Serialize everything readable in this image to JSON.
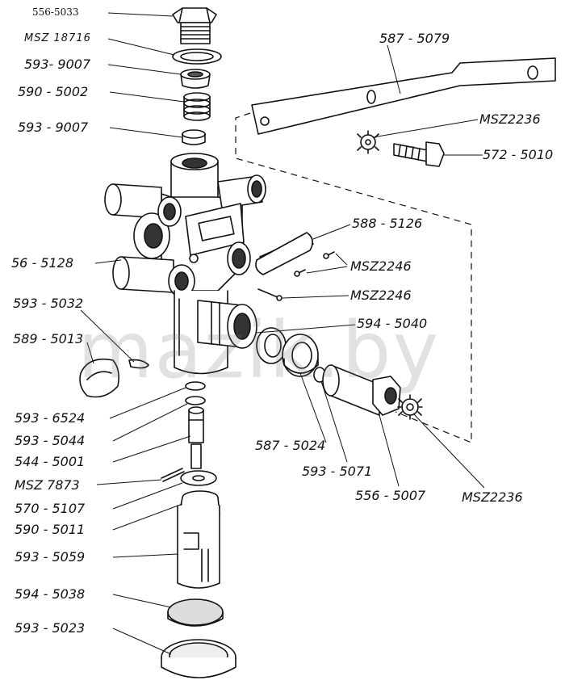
{
  "watermark": "mazik.by",
  "parts": {
    "p1": "556-5033",
    "p2": "MSZ 18716",
    "p3": "593- 9007",
    "p4": "590 - 5002",
    "p5": "593 - 9007",
    "p6": "56 - 5128",
    "p7": "593 - 5032",
    "p8": "589 - 5013",
    "p9": "593 - 6524",
    "p10": "593 - 5044",
    "p11": "544 - 5001",
    "p12": "MSZ 7873",
    "p13": "570 - 5107",
    "p14": "590 - 5011",
    "p15": "593 - 5059",
    "p16": "594 - 5038",
    "p17": "593 - 5023",
    "p18": "587 - 5079",
    "p19": "MSZ2236",
    "p20": "572 - 5010",
    "p21": "588 - 5126",
    "p22": "MSZ2246",
    "p23": "MSZ2246",
    "p24": "594 - 5040",
    "p25": "587 - 5024",
    "p26": "593 - 5071",
    "p27": "556 - 5007",
    "p28": "MSZ2236"
  }
}
